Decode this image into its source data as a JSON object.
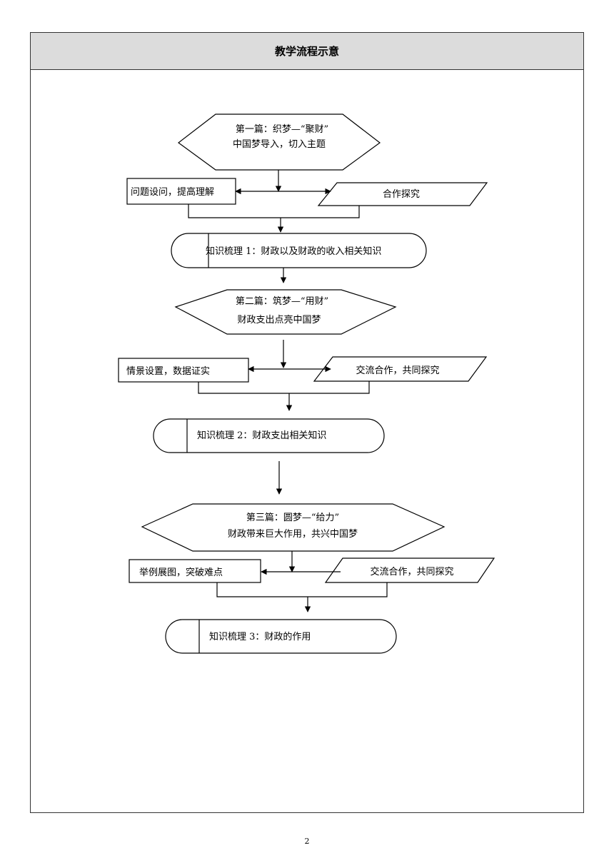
{
  "header": {
    "title": "教学流程示意"
  },
  "page_number": "2",
  "flow": {
    "section1": {
      "line1": "第一篇：织梦—“聚财”",
      "line2": "中国梦导入，切入主题"
    },
    "box1": "问题设问，提高理解",
    "para1": "合作探究",
    "knowledge1": "知识梳理 1：财政以及财政的收入相关知识",
    "section2": {
      "line1": "第二篇：筑梦—“用财”",
      "line2": "财政支出点亮中国梦"
    },
    "box2": "情景设置，数据证实",
    "para2": "交流合作，共同探究",
    "knowledge2": "知识梳理 2：财政支出相关知识",
    "section3": {
      "line1": "第三篇：圆梦—“给力”",
      "line2": "财政带来巨大作用，共兴中国梦"
    },
    "box3": "举例展图，突破难点",
    "para3": "交流合作，共同探究",
    "knowledge3": "知识梳理 3：财政的作用"
  }
}
